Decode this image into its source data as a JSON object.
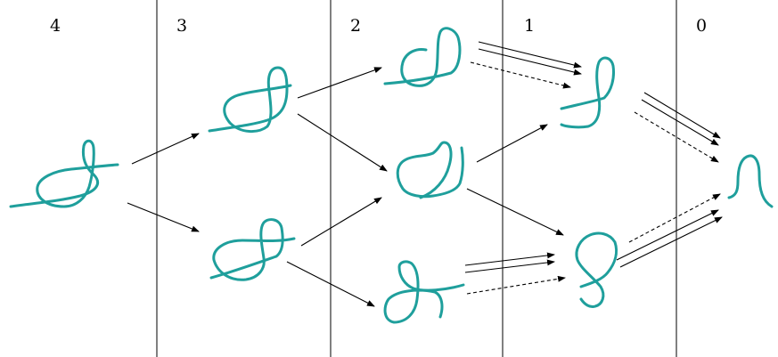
{
  "column_labels": [
    "4",
    "3",
    "2",
    "1",
    "0"
  ],
  "colors": {
    "strand": "#1f9f9c",
    "line": "#000000"
  },
  "arrow_styles": [
    "solid",
    "dashed"
  ]
}
